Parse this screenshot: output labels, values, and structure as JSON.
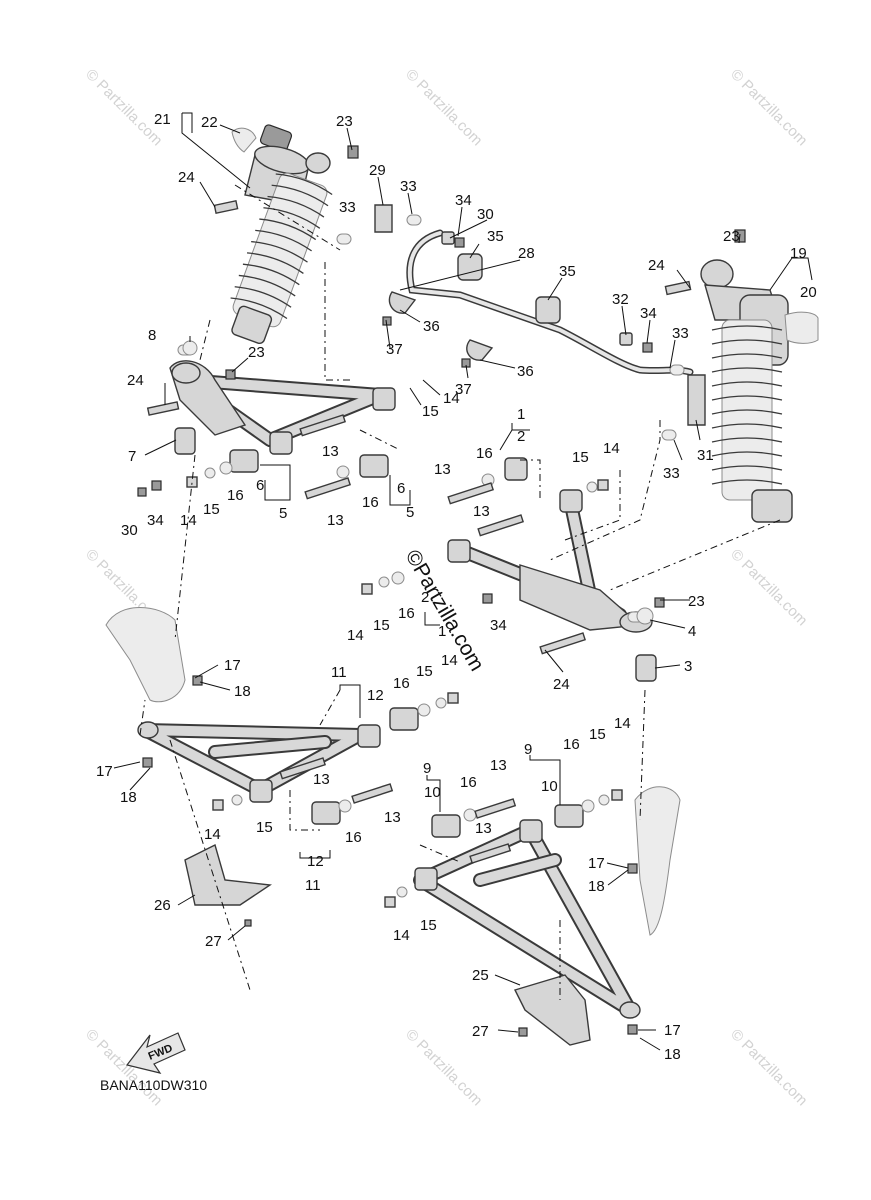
{
  "diagram_code": "BANA110DW310",
  "fwd_label": "FWD",
  "watermark": "© Partzilla.com",
  "center_watermark": "©Partzilla.com",
  "callouts": [
    {
      "id": "c21",
      "text": "21"
    },
    {
      "id": "c22",
      "text": "22"
    },
    {
      "id": "c23a",
      "text": "23"
    },
    {
      "id": "c24a",
      "text": "24"
    },
    {
      "id": "c29",
      "text": "29"
    },
    {
      "id": "c33a",
      "text": "33"
    },
    {
      "id": "c33b",
      "text": "33"
    },
    {
      "id": "c34a",
      "text": "34"
    },
    {
      "id": "c30a",
      "text": "30"
    },
    {
      "id": "c35a",
      "text": "35"
    },
    {
      "id": "c28",
      "text": "28"
    },
    {
      "id": "c35b",
      "text": "35"
    },
    {
      "id": "c23b",
      "text": "23"
    },
    {
      "id": "c19",
      "text": "19"
    },
    {
      "id": "c24b",
      "text": "24"
    },
    {
      "id": "c20",
      "text": "20"
    },
    {
      "id": "c32",
      "text": "32"
    },
    {
      "id": "c34b",
      "text": "34"
    },
    {
      "id": "c36a",
      "text": "36"
    },
    {
      "id": "c37a",
      "text": "37"
    },
    {
      "id": "c33c",
      "text": "33"
    },
    {
      "id": "c8",
      "text": "8"
    },
    {
      "id": "c23c",
      "text": "23"
    },
    {
      "id": "c36b",
      "text": "36"
    },
    {
      "id": "c37b",
      "text": "37"
    },
    {
      "id": "c24c",
      "text": "24"
    },
    {
      "id": "c14a",
      "text": "14"
    },
    {
      "id": "c15a",
      "text": "15"
    },
    {
      "id": "c1a",
      "text": "1"
    },
    {
      "id": "c2a",
      "text": "2"
    },
    {
      "id": "c31",
      "text": "31"
    },
    {
      "id": "c7",
      "text": "7"
    },
    {
      "id": "c13a",
      "text": "13"
    },
    {
      "id": "c33d",
      "text": "33"
    },
    {
      "id": "c16a",
      "text": "16"
    },
    {
      "id": "c15b",
      "text": "15"
    },
    {
      "id": "c14b",
      "text": "14"
    },
    {
      "id": "c13b",
      "text": "13"
    },
    {
      "id": "c6a",
      "text": "6"
    },
    {
      "id": "c30b",
      "text": "30"
    },
    {
      "id": "c34c",
      "text": "34"
    },
    {
      "id": "c14c",
      "text": "14"
    },
    {
      "id": "c15c",
      "text": "15"
    },
    {
      "id": "c16b",
      "text": "16"
    },
    {
      "id": "c5a",
      "text": "5"
    },
    {
      "id": "c16c",
      "text": "16"
    },
    {
      "id": "c6b",
      "text": "6"
    },
    {
      "id": "c13c",
      "text": "13"
    },
    {
      "id": "c5b",
      "text": "5"
    },
    {
      "id": "c13d",
      "text": "13"
    },
    {
      "id": "c14d",
      "text": "14"
    },
    {
      "id": "c15d",
      "text": "15"
    },
    {
      "id": "c16d",
      "text": "16"
    },
    {
      "id": "c2b",
      "text": "2"
    },
    {
      "id": "c1b",
      "text": "1"
    },
    {
      "id": "c34d",
      "text": "34"
    },
    {
      "id": "c23d",
      "text": "23"
    },
    {
      "id": "c4",
      "text": "4"
    },
    {
      "id": "c17a",
      "text": "17"
    },
    {
      "id": "c18a",
      "text": "18"
    },
    {
      "id": "c3",
      "text": "3"
    },
    {
      "id": "c24d",
      "text": "24"
    },
    {
      "id": "c11a",
      "text": "11"
    },
    {
      "id": "c12a",
      "text": "12"
    },
    {
      "id": "c16e",
      "text": "16"
    },
    {
      "id": "c15e",
      "text": "15"
    },
    {
      "id": "c14e",
      "text": "14"
    },
    {
      "id": "c17b",
      "text": "17"
    },
    {
      "id": "c18b",
      "text": "18"
    },
    {
      "id": "c13e",
      "text": "13"
    },
    {
      "id": "c14f",
      "text": "14"
    },
    {
      "id": "c15f",
      "text": "15"
    },
    {
      "id": "c16f",
      "text": "16"
    },
    {
      "id": "c13f",
      "text": "13"
    },
    {
      "id": "c12b",
      "text": "12"
    },
    {
      "id": "c11b",
      "text": "11"
    },
    {
      "id": "c9a",
      "text": "9"
    },
    {
      "id": "c10a",
      "text": "10"
    },
    {
      "id": "c16g",
      "text": "16"
    },
    {
      "id": "c13g",
      "text": "13"
    },
    {
      "id": "c9b",
      "text": "9"
    },
    {
      "id": "c10b",
      "text": "10"
    },
    {
      "id": "c16h",
      "text": "16"
    },
    {
      "id": "c15g",
      "text": "15"
    },
    {
      "id": "c14g",
      "text": "14"
    },
    {
      "id": "c13h",
      "text": "13"
    },
    {
      "id": "c17c",
      "text": "17"
    },
    {
      "id": "c18c",
      "text": "18"
    },
    {
      "id": "c26",
      "text": "26"
    },
    {
      "id": "c27a",
      "text": "27"
    },
    {
      "id": "c14h",
      "text": "14"
    },
    {
      "id": "c15h",
      "text": "15"
    },
    {
      "id": "c25",
      "text": "25"
    },
    {
      "id": "c27b",
      "text": "27"
    },
    {
      "id": "c17d",
      "text": "17"
    },
    {
      "id": "c18d",
      "text": "18"
    }
  ]
}
